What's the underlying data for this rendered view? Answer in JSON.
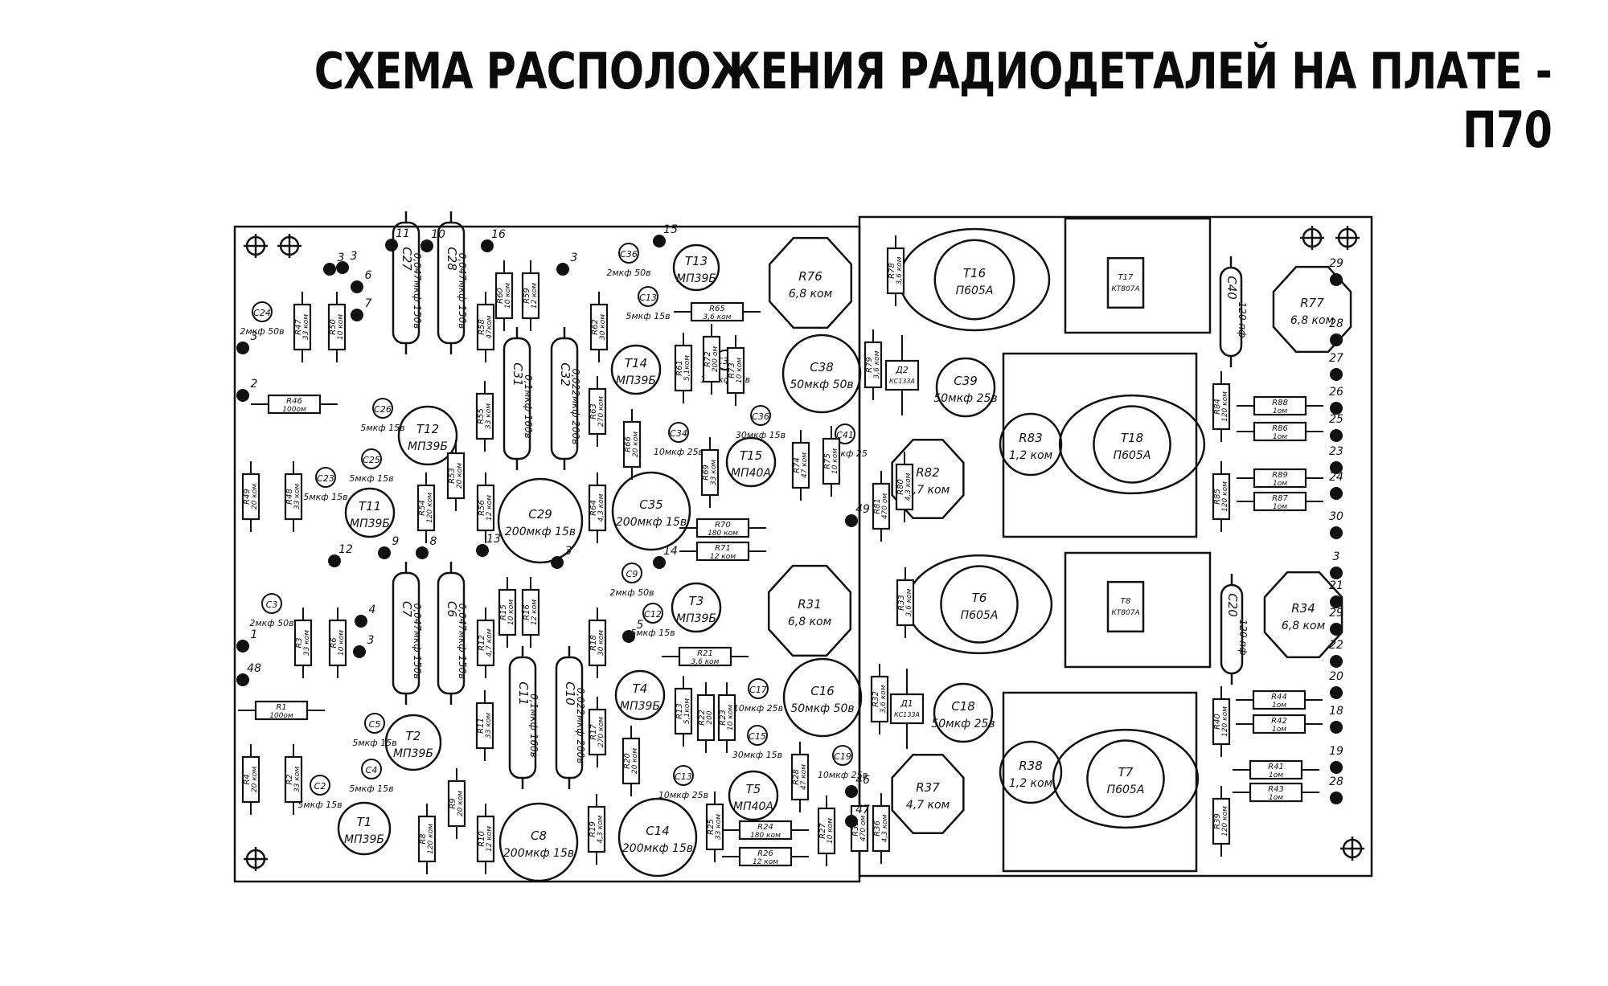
{
  "title": "СХЕМА РАСПОЛОЖЕНИЯ РАДИОДЕТАЛЕЙ НА ПЛАТЕ - П70",
  "colors": {
    "ink": "#111111",
    "paper": "#ffffff"
  },
  "circles": [
    {
      "ref": "R76",
      "val": "6,8 ком"
    },
    {
      "ref": "R31",
      "val": "6,8 ком"
    },
    {
      "ref": "R77",
      "val": "6,8 ком"
    },
    {
      "ref": "R34",
      "val": "6,8 ком"
    },
    {
      "ref": "R82",
      "val": "4,7 ком"
    },
    {
      "ref": "R37",
      "val": "4,7 ком"
    },
    {
      "ref": "R83",
      "val": "1,2 ком"
    },
    {
      "ref": "R38",
      "val": "1,2 ком"
    },
    {
      "ref": "T16",
      "val": "П605А"
    },
    {
      "ref": "T18",
      "val": "П605А"
    },
    {
      "ref": "T6",
      "val": "П605А"
    },
    {
      "ref": "T7",
      "val": "П605А"
    },
    {
      "ref": "T17",
      "val": "КТ807А"
    },
    {
      "ref": "T8",
      "val": "КТ807А"
    },
    {
      "ref": "C29",
      "val": "200мкф 15в"
    },
    {
      "ref": "C35",
      "val": "200мкф 15в"
    },
    {
      "ref": "C8",
      "val": "200мкф 15в"
    },
    {
      "ref": "C14",
      "val": "200мкф 15в"
    },
    {
      "ref": "C38",
      "val": "50мкф 50в"
    },
    {
      "ref": "C16",
      "val": "50мкф 50в"
    },
    {
      "ref": "C39",
      "val": "50мкф 25в"
    },
    {
      "ref": "C18",
      "val": "50мкф 25в"
    },
    {
      "ref": "T13",
      "val": "МП39Б"
    },
    {
      "ref": "T14",
      "val": "МП39Б"
    },
    {
      "ref": "T12",
      "val": "МП39Б"
    },
    {
      "ref": "T11",
      "val": "МП39Б"
    },
    {
      "ref": "T3",
      "val": "МП39Б"
    },
    {
      "ref": "T4",
      "val": "МП39Б"
    },
    {
      "ref": "T2",
      "val": "МП39Б"
    },
    {
      "ref": "T1",
      "val": "МП39Б"
    },
    {
      "ref": "T15",
      "val": "МП40А"
    },
    {
      "ref": "T5",
      "val": "МП40А"
    }
  ],
  "caps": [
    {
      "ref": "C27",
      "val": "0,047мкф 150в"
    },
    {
      "ref": "C28",
      "val": "0,047мкф 150в"
    },
    {
      "ref": "C31",
      "val": "0,1мкф 160в"
    },
    {
      "ref": "C32",
      "val": "0,022мкф 200в"
    },
    {
      "ref": "C7",
      "val": "0,047мкф 150в"
    },
    {
      "ref": "C6",
      "val": "0,047мкф 150в"
    },
    {
      "ref": "C11",
      "val": "0,1мкф 160в"
    },
    {
      "ref": "C10",
      "val": "0,022мкф 200в"
    },
    {
      "ref": "C40",
      "val": "120 пф"
    },
    {
      "ref": "C20",
      "val": "120 пф"
    }
  ],
  "smallcaps": [
    {
      "ref": "C24",
      "val": "2мкф 50в"
    },
    {
      "ref": "C26",
      "val": "5мкф 15в"
    },
    {
      "ref": "C25",
      "val": "5мкф 15в"
    },
    {
      "ref": "C23",
      "val": "5мкф 15в"
    },
    {
      "ref": "C36",
      "val": "2мкф 50в"
    },
    {
      "ref": "C13",
      "val": "5мкф 15в"
    },
    {
      "ref": "C37",
      "val": "10мкф 25в"
    },
    {
      "ref": "C36",
      "val": "30мкф 15в"
    },
    {
      "ref": "C34",
      "val": "10мкф 25в"
    },
    {
      "ref": "C41",
      "val": "10мкф 25"
    },
    {
      "ref": "C3",
      "val": "2мкф 50в"
    },
    {
      "ref": "C9",
      "val": "2мкф 50в"
    },
    {
      "ref": "C12",
      "val": "5мкф 15в"
    },
    {
      "ref": "C5",
      "val": "5мкф 15в"
    },
    {
      "ref": "C4",
      "val": "5мкф 15в"
    },
    {
      "ref": "C2",
      "val": "5мкф 15в"
    },
    {
      "ref": "C17",
      "val": "10мкф 25в"
    },
    {
      "ref": "C15",
      "val": "30мкф 15в"
    },
    {
      "ref": "C13",
      "val": "10мкф 25в"
    },
    {
      "ref": "C19",
      "val": "10мкф 25в"
    }
  ],
  "resv": [
    {
      "ref": "R47",
      "val": "33 ком"
    },
    {
      "ref": "R50",
      "val": "10 ком"
    },
    {
      "ref": "R58",
      "val": "47ком"
    },
    {
      "ref": "R60",
      "val": "10 ком"
    },
    {
      "ref": "R59",
      "val": "12 ком"
    },
    {
      "ref": "R62",
      "val": "30 ком"
    },
    {
      "ref": "R78",
      "val": "3,6 ком"
    },
    {
      "ref": "R55",
      "val": "33 ком"
    },
    {
      "ref": "R63",
      "val": "270 ком"
    },
    {
      "ref": "R61",
      "val": "5,1ком"
    },
    {
      "ref": "R72",
      "val": "200 ом"
    },
    {
      "ref": "R73",
      "val": "10 ком"
    },
    {
      "ref": "R79",
      "val": "3,6 ком"
    },
    {
      "ref": "R49",
      "val": "20 ком"
    },
    {
      "ref": "R48",
      "val": "33 ком"
    },
    {
      "ref": "R53",
      "val": "20 ком"
    },
    {
      "ref": "R54",
      "val": "120 ком"
    },
    {
      "ref": "R56",
      "val": "12 ком"
    },
    {
      "ref": "R64",
      "val": "4,3 ком"
    },
    {
      "ref": "R66",
      "val": "20 ком"
    },
    {
      "ref": "R69",
      "val": "33 ком"
    },
    {
      "ref": "R74",
      "val": "47 ком"
    },
    {
      "ref": "R75",
      "val": "10 ком"
    },
    {
      "ref": "R81",
      "val": "470 ом"
    },
    {
      "ref": "R80",
      "val": "4,3 ком"
    },
    {
      "ref": "R84",
      "val": "120 ком"
    },
    {
      "ref": "R85",
      "val": "120 ком"
    },
    {
      "ref": "R15",
      "val": "10 ком"
    },
    {
      "ref": "R16",
      "val": "12 ком"
    },
    {
      "ref": "R3",
      "val": "33 ком"
    },
    {
      "ref": "R6",
      "val": "10 ком"
    },
    {
      "ref": "R12",
      "val": "4,7 ком"
    },
    {
      "ref": "R18",
      "val": "30 ком"
    },
    {
      "ref": "R33",
      "val": "3,6 ком"
    },
    {
      "ref": "R11",
      "val": "33 ком"
    },
    {
      "ref": "R17",
      "val": "270 ком"
    },
    {
      "ref": "R20",
      "val": "20 ком"
    },
    {
      "ref": "R13",
      "val": "5,1ком"
    },
    {
      "ref": "R22",
      "val": "200"
    },
    {
      "ref": "R23",
      "val": "10 ком"
    },
    {
      "ref": "R32",
      "val": "3,6 ком"
    },
    {
      "ref": "R4",
      "val": "20 ком"
    },
    {
      "ref": "R2",
      "val": "33 ком"
    },
    {
      "ref": "R9",
      "val": "20 ком"
    },
    {
      "ref": "R8",
      "val": "120 ком"
    },
    {
      "ref": "R10",
      "val": "12 ком"
    },
    {
      "ref": "R19",
      "val": "4,3 ком"
    },
    {
      "ref": "R25",
      "val": "33 ком"
    },
    {
      "ref": "R28",
      "val": "47 ком"
    },
    {
      "ref": "R27",
      "val": "10 ком"
    },
    {
      "ref": "R35",
      "val": "470 ом"
    },
    {
      "ref": "R36",
      "val": "4,3 ком"
    },
    {
      "ref": "R40",
      "val": "120 ком"
    },
    {
      "ref": "R39",
      "val": "120 ком"
    }
  ],
  "resh": [
    {
      "ref": "R46",
      "val": "100ом"
    },
    {
      "ref": "R65",
      "val": "3,6 ком"
    },
    {
      "ref": "R70",
      "val": "180 ком"
    },
    {
      "ref": "R71",
      "val": "12 ком"
    },
    {
      "ref": "R1",
      "val": "100ом"
    },
    {
      "ref": "R21",
      "val": "3,6 ком"
    },
    {
      "ref": "R24",
      "val": "180 ком"
    },
    {
      "ref": "R26",
      "val": "12 ком"
    },
    {
      "ref": "R88",
      "val": "1ом"
    },
    {
      "ref": "R86",
      "val": "1ом"
    },
    {
      "ref": "R89",
      "val": "1ом"
    },
    {
      "ref": "R87",
      "val": "1ом"
    },
    {
      "ref": "R44",
      "val": "1ом"
    },
    {
      "ref": "R42",
      "val": "1ом"
    },
    {
      "ref": "R41",
      "val": "1ом"
    },
    {
      "ref": "R43",
      "val": "1ом"
    }
  ],
  "diodes": [
    {
      "ref": "Д2",
      "val": "КС133А"
    },
    {
      "ref": "Д1",
      "val": "КС133А"
    }
  ],
  "pads": [
    "3",
    "11",
    "10",
    "16",
    "3",
    "6",
    "7",
    "3",
    "2",
    "15",
    "3",
    "29",
    "28",
    "27",
    "26",
    "25",
    "23",
    "24",
    "30",
    "3",
    "21",
    "29",
    "22",
    "20",
    "18",
    "19",
    "28",
    "9",
    "8",
    "13",
    "3",
    "12",
    "14",
    "5",
    "4",
    "3",
    "1",
    "48",
    "49",
    "46",
    "47"
  ]
}
